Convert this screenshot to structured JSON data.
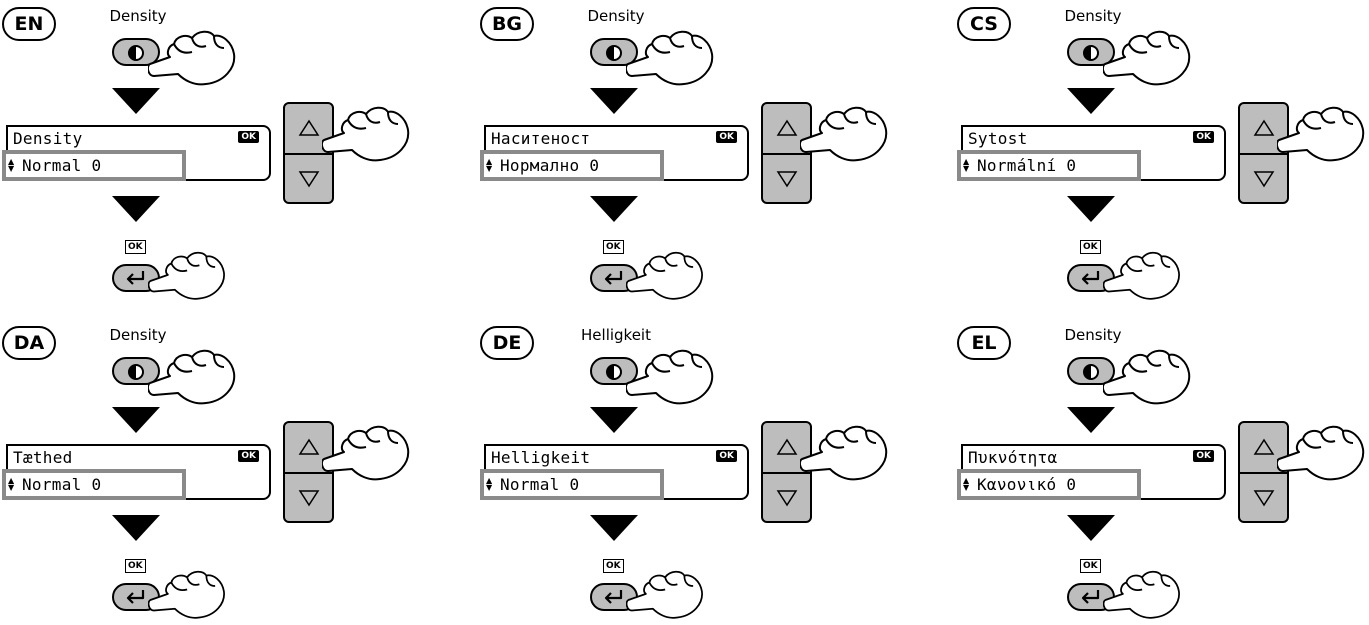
{
  "colors": {
    "button_fill": "#bdbdbd",
    "selection_border": "#8a8a8a",
    "ink": "#000000"
  },
  "icons": {
    "contrast": "contrast-half-circle-icon",
    "enter": "enter-return-icon",
    "hand": "pointing-hand-icon",
    "up": "triangle-up-icon",
    "down": "triangle-down-icon"
  },
  "panels": [
    {
      "lang": "EN",
      "key_label": "Density",
      "screen_title": "Density",
      "screen_value": "Normal 0",
      "ok_badge": "OK",
      "ok_label": "OK"
    },
    {
      "lang": "BG",
      "key_label": "Density",
      "screen_title": "Наситеност",
      "screen_value": "Нормално 0",
      "ok_badge": "OK",
      "ok_label": "OK"
    },
    {
      "lang": "CS",
      "key_label": "Density",
      "screen_title": "Sytost",
      "screen_value": "Normální 0",
      "ok_badge": "OK",
      "ok_label": "OK"
    },
    {
      "lang": "DA",
      "key_label": "Density",
      "screen_title": "Tæthed",
      "screen_value": "Normal 0",
      "ok_badge": "OK",
      "ok_label": "OK"
    },
    {
      "lang": "DE",
      "key_label": "Helligkeit",
      "screen_title": "Helligkeit",
      "screen_value": "Normal 0",
      "ok_badge": "OK",
      "ok_label": "OK"
    },
    {
      "lang": "EL",
      "key_label": "Density",
      "screen_title": "Πυκνότητα",
      "screen_value": "Κανονικό 0",
      "ok_badge": "OK",
      "ok_label": "OK"
    }
  ]
}
